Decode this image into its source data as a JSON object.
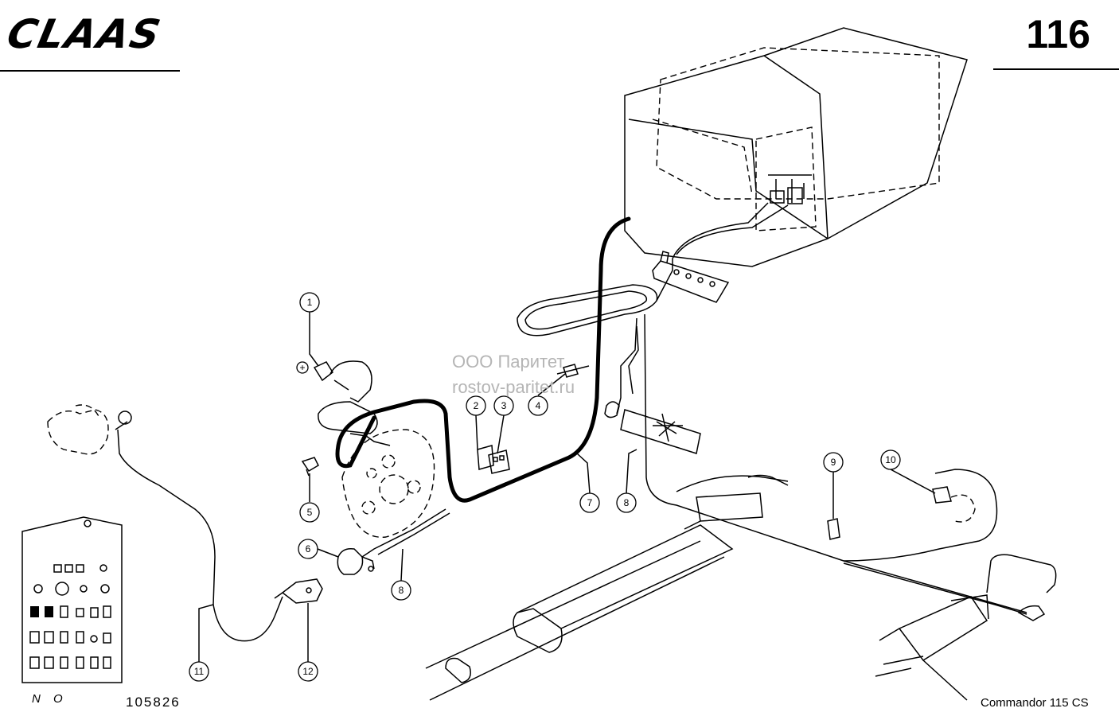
{
  "header": {
    "brand": "CLAAS",
    "page_number": "116"
  },
  "footer": {
    "country_code": "N O",
    "document_number": "105826",
    "model": "Commandor 115 CS"
  },
  "watermark": {
    "company": "ООО Паритет",
    "website": "rostov-paritet.ru"
  },
  "callouts": [
    "1",
    "2",
    "3",
    "4",
    "5",
    "6",
    "7",
    "8",
    "8",
    "9",
    "10",
    "11",
    "12"
  ],
  "symbols": {
    "plus": "+"
  }
}
